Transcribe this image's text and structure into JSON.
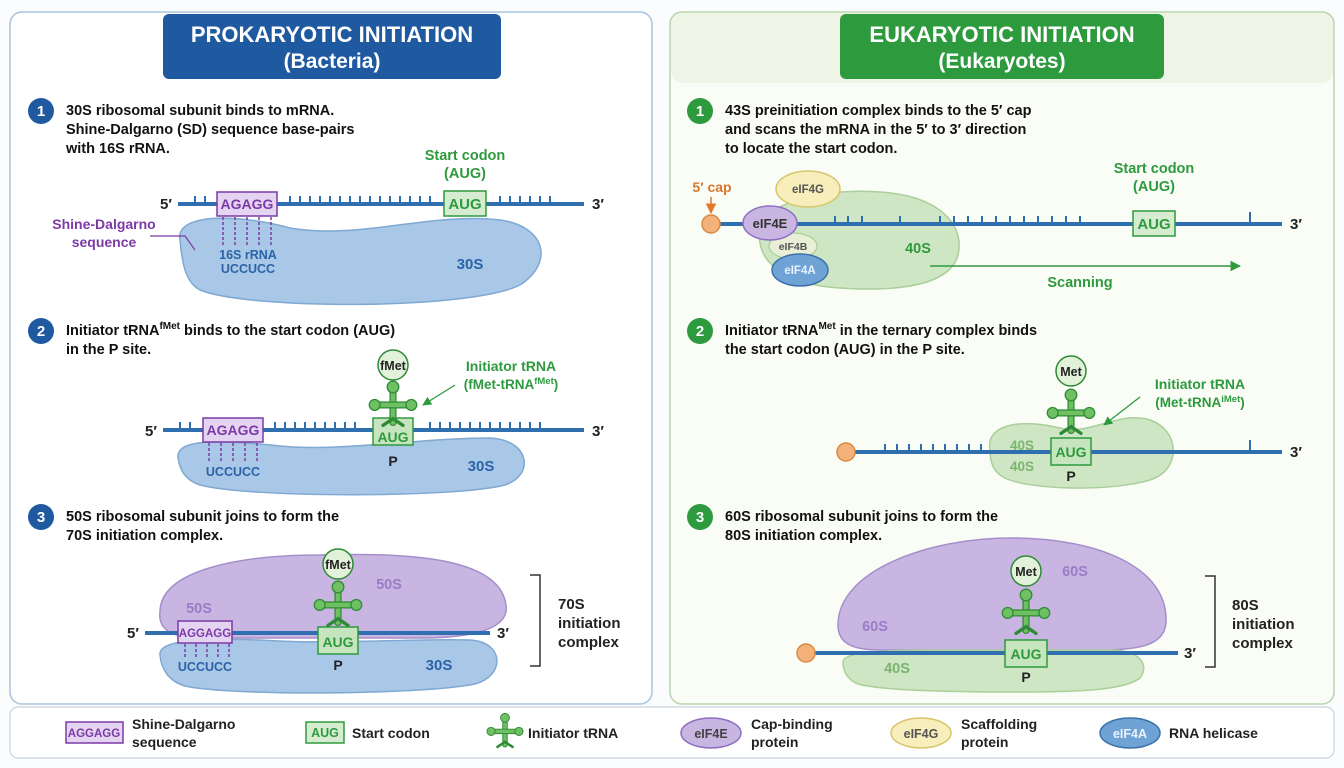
{
  "left": {
    "title_line1": "PROKARYOTIC INITIATION",
    "title_line2": "(Bacteria)",
    "step1": {
      "num": "1",
      "line1": "30S ribosomal subunit binds to mRNA.",
      "line2": "Shine-Dalgarno (SD) sequence base-pairs",
      "line3": "with 16S rRNA.",
      "five_prime": "5′",
      "three_prime": "3′",
      "sd_seq": "AGAGG",
      "aug": "AUG",
      "start_codon_line1": "Start codon",
      "start_codon_line2": "(AUG)",
      "sd_label_line1": "Shine-Dalgarno",
      "sd_label_line2": "sequence",
      "rrna_label": "16S rRNA",
      "rrna_seq": "UCCUCC",
      "subunit": "30S"
    },
    "step2": {
      "num": "2",
      "line1_a": "Initiator tRNA",
      "line1_sup": "fMet",
      "line1_b": " binds to the start codon (AUG)",
      "line2": "in the P site.",
      "five_prime": "5′",
      "three_prime": "3′",
      "sd_seq": "AGAGG",
      "rrna_seq": "UCCUCC",
      "aug": "AUG",
      "site": "P",
      "subunit": "30S",
      "amino_acid": "fMet",
      "trna_label_line1": "Initiator tRNA",
      "trna_label_line2_a": "(fMet-tRNA",
      "trna_label_line2_sup": "fMet",
      "trna_label_line2_b": ")"
    },
    "step3": {
      "num": "3",
      "line1": "50S ribosomal subunit joins to form the",
      "line2": "70S initiation complex.",
      "five_prime": "5′",
      "three_prime": "3′",
      "sd_seq": "AGGAGG",
      "rrna_seq": "UCCUCC",
      "aug": "AUG",
      "site": "P",
      "small_subunit": "30S",
      "large_subunit_a": "50S",
      "large_subunit_b": "50S",
      "amino_acid": "fMet",
      "complex_line1": "70S",
      "complex_line2": "initiation",
      "complex_line3": "complex"
    }
  },
  "right": {
    "title_line1": "EUKARYOTIC INITIATION",
    "title_line2": "(Eukaryotes)",
    "step1": {
      "num": "1",
      "line1": "43S preinitiation complex binds to the 5′ cap",
      "line2": "and scans the mRNA in the 5′ to 3′ direction",
      "line3": "to locate the start codon.",
      "cap_label": "5′ cap",
      "three_prime": "3′",
      "eif4g": "eIF4G",
      "eif4e": "eIF4E",
      "eif4b": "eIF4B",
      "eif4a": "eIF4A",
      "subunit": "40S",
      "aug": "AUG",
      "start_codon_line1": "Start codon",
      "start_codon_line2": "(AUG)",
      "scanning": "Scanning"
    },
    "step2": {
      "num": "2",
      "line1_a": "Initiator tRNA",
      "line1_sup": "Met",
      "line1_b": " in the ternary complex binds",
      "line2": "the start codon (AUG) in the P site.",
      "three_prime": "3′",
      "amino_acid": "Met",
      "trna_label_line1": "Initiator tRNA",
      "trna_label_line2_a": "(Met-tRNA",
      "trna_label_line2_sup": "iMet",
      "trna_label_line2_b": ")",
      "subunit_a": "40S",
      "subunit_b": "40S",
      "aug": "AUG",
      "site": "P"
    },
    "step3": {
      "num": "3",
      "line1": "60S ribosomal subunit joins to form the",
      "line2": "80S initiation complex.",
      "three_prime": "3′",
      "amino_acid": "Met",
      "large_subunit_a": "60S",
      "large_subunit_b": "60S",
      "small_subunit": "40S",
      "aug": "AUG",
      "site": "P",
      "complex_line1": "80S",
      "complex_line2": "initiation",
      "complex_line3": "complex"
    }
  },
  "legend": {
    "sd_icon": "AGGAGG",
    "sd_line1": "Shine-Dalgarno",
    "sd_line2": "sequence",
    "aug_icon": "AUG",
    "aug_label": "Start codon",
    "trna_label": "Initiator tRNA",
    "eif4e_icon": "eIF4E",
    "eif4e_line1": "Cap-binding",
    "eif4e_line2": "protein",
    "eif4g_icon": "eIF4G",
    "eif4g_line1": "Scaffolding",
    "eif4g_line2": "protein",
    "eif4a_icon": "eIF4A",
    "eif4a_label": "RNA helicase"
  },
  "colors": {
    "pro_header": "#1f5aa0",
    "euk_header": "#2e9a3e",
    "mrna": "#2f6fb0",
    "small_subunit_blue": "#a9c8e8",
    "ribosome_green": "#cfe6c4",
    "large_subunit_purple": "#c9b5e2",
    "sd_purple": "#7b3aa6",
    "aug_green": "#2e9a3e",
    "cap_orange": "#f2b27a"
  }
}
